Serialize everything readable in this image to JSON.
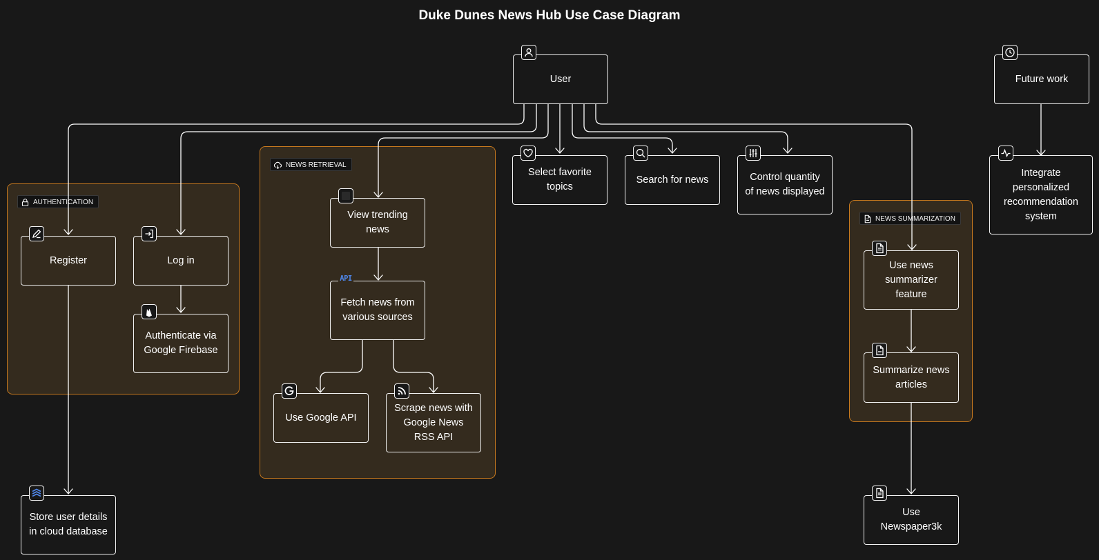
{
  "title": "Duke Dunes News Hub Use Case Diagram",
  "colors": {
    "background": "#181818",
    "group_fill": "#342b1e",
    "group_border": "#c7791e",
    "edge": "#ffffff"
  },
  "groups": {
    "authentication": {
      "label": "AUTHENTICATION",
      "icon": "lock-icon"
    },
    "news_retrieval": {
      "label": "NEWS RETRIEVAL",
      "icon": "cloud-download-icon"
    },
    "news_summarization": {
      "label": "NEWS SUMMARIZATION",
      "icon": "document-icon"
    }
  },
  "nodes": {
    "user": {
      "label": "User",
      "icon": "user-icon"
    },
    "future_work": {
      "label": "Future work",
      "icon": "clock-icon"
    },
    "integrate": {
      "label": "Integrate personalized recommendation system",
      "icon": "activity-icon"
    },
    "select_topics": {
      "label": "Select favorite topics",
      "icon": "heart-icon"
    },
    "search_news": {
      "label": "Search for news",
      "icon": "search-icon"
    },
    "control_quantity": {
      "label": "Control quantity of news displayed",
      "icon": "sliders-icon"
    },
    "register": {
      "label": "Register",
      "icon": "pencil-icon"
    },
    "log_in": {
      "label": "Log in",
      "icon": "log-in-icon"
    },
    "authenticate": {
      "label": "Authenticate via Google Firebase",
      "icon": "firebase-icon"
    },
    "store_user": {
      "label": "Store user details in cloud database",
      "icon": "cloud-database-icon"
    },
    "view_trending": {
      "label": "View trending news",
      "icon": "square-icon"
    },
    "fetch_news": {
      "label": "Fetch news from various sources",
      "icon": "api-icon",
      "icon_text": "API"
    },
    "google_api": {
      "label": "Use Google API",
      "icon": "google-icon"
    },
    "scrape_news": {
      "label": "Scrape news with Google News RSS API",
      "icon": "rss-icon"
    },
    "use_summarizer": {
      "label": "Use news summarizer feature",
      "icon": "document-icon"
    },
    "summarize_articles": {
      "label": "Summarize news articles",
      "icon": "document-icon"
    },
    "newspaper3k": {
      "label": "Use Newspaper3k",
      "icon": "document-icon"
    }
  }
}
